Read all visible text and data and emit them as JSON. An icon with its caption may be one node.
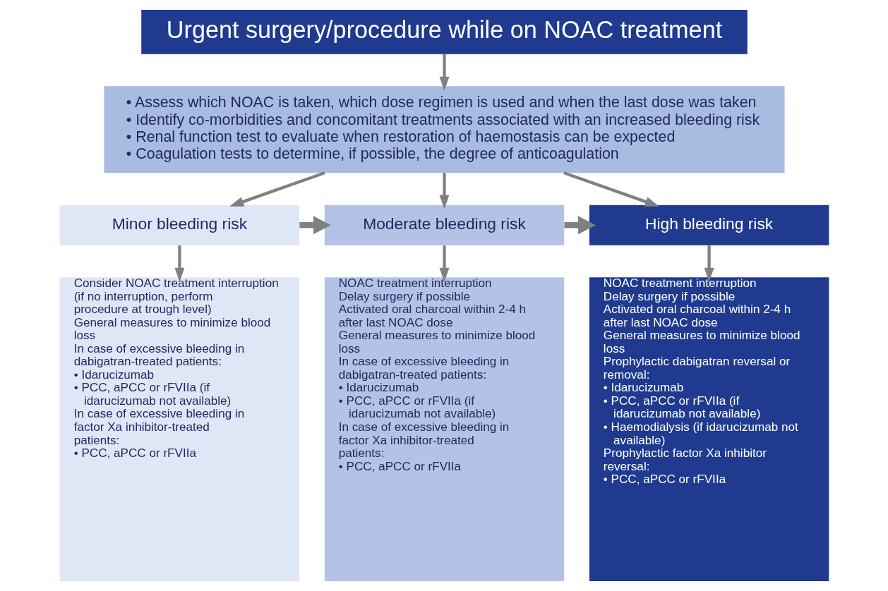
{
  "diagram": {
    "nodes": [
      {
        "text": [
          "Urgent surgery/procedure while on NOAC treatment"
        ]
      },
      {
        "text": [
          "• Assess which NOAC is taken, which dose regimen is used and when the last dose was taken",
          "• Identify co-morbidities and concomitant treatments associated with an increased bleeding risk",
          "• Renal function test to evaluate when restoration of haemostasis can be expected",
          "• Coagulation tests to determine, if possible, the degree of anticoagulation"
        ]
      },
      {
        "text": [
          "Minor bleeding risk"
        ]
      },
      {
        "text": [
          "Moderate bleeding risk"
        ]
      },
      {
        "text": [
          "High bleeding risk"
        ]
      },
      {
        "text": [
          "Consider NOAC treatment interruption (if no interruption, perform procedure at trough level)",
          "General measures to minimize blood loss",
          "In case of excessive bleeding in dabigatran-treated patients:",
          "• Idarucizumab",
          "• PCC, aPCC or rFVIIa (if idarucizumab not available)",
          "In case of excessive bleeding in factor Xa inhibitor-treated patients:",
          "• PCC, aPCC or rFVIIa"
        ]
      },
      {
        "text": [
          "NOAC treatment interruption",
          "Delay surgery if possible",
          "Activated oral charcoal within 2-4 h after last NOAC dose",
          "General measures to minimize blood loss",
          "In case of excessive bleeding in dabigatran-treated patients:",
          "• Idarucizumab",
          "• PCC, aPCC or rFVIIa (if idarucizumab not available)",
          "In case of excessive bleeding in factor Xa inhibitor-treated patients:",
          "• PCC, aPCC or rFVIIa"
        ]
      },
      {
        "text": [
          "NOAC treatment interruption",
          "Delay surgery if possible",
          "Activated oral charcoal within 2-4 h after last NOAC dose",
          "General measures to minimize blood loss",
          "Prophylactic dabigatran reversal or removal:",
          "• Idarucizumab",
          "• PCC, aPCC or rFVIIa (if idarucizumab not available)",
          "• Haemodialysis (if idarucizumab not available)",
          "Prophylactic factor Xa inhibitor reversal:",
          "• PCC, aPCC or rFVIIa"
        ]
      }
    ],
    "edges": [
      {
        "from": 0,
        "to": 1,
        "arrow": "to"
      },
      {
        "from": 1,
        "to": 2,
        "arrow": "to"
      },
      {
        "from": 1,
        "to": 3,
        "arrow": "to"
      },
      {
        "from": 1,
        "to": 4,
        "arrow": "to"
      },
      {
        "from": 2,
        "to": 3,
        "arrow": "to",
        "style": "thick"
      },
      {
        "from": 3,
        "to": 4,
        "arrow": "to",
        "style": "thick"
      },
      {
        "from": 2,
        "to": 5,
        "arrow": "to"
      },
      {
        "from": 3,
        "to": 6,
        "arrow": "to"
      },
      {
        "from": 4,
        "to": 7,
        "arrow": "to"
      }
    ]
  }
}
